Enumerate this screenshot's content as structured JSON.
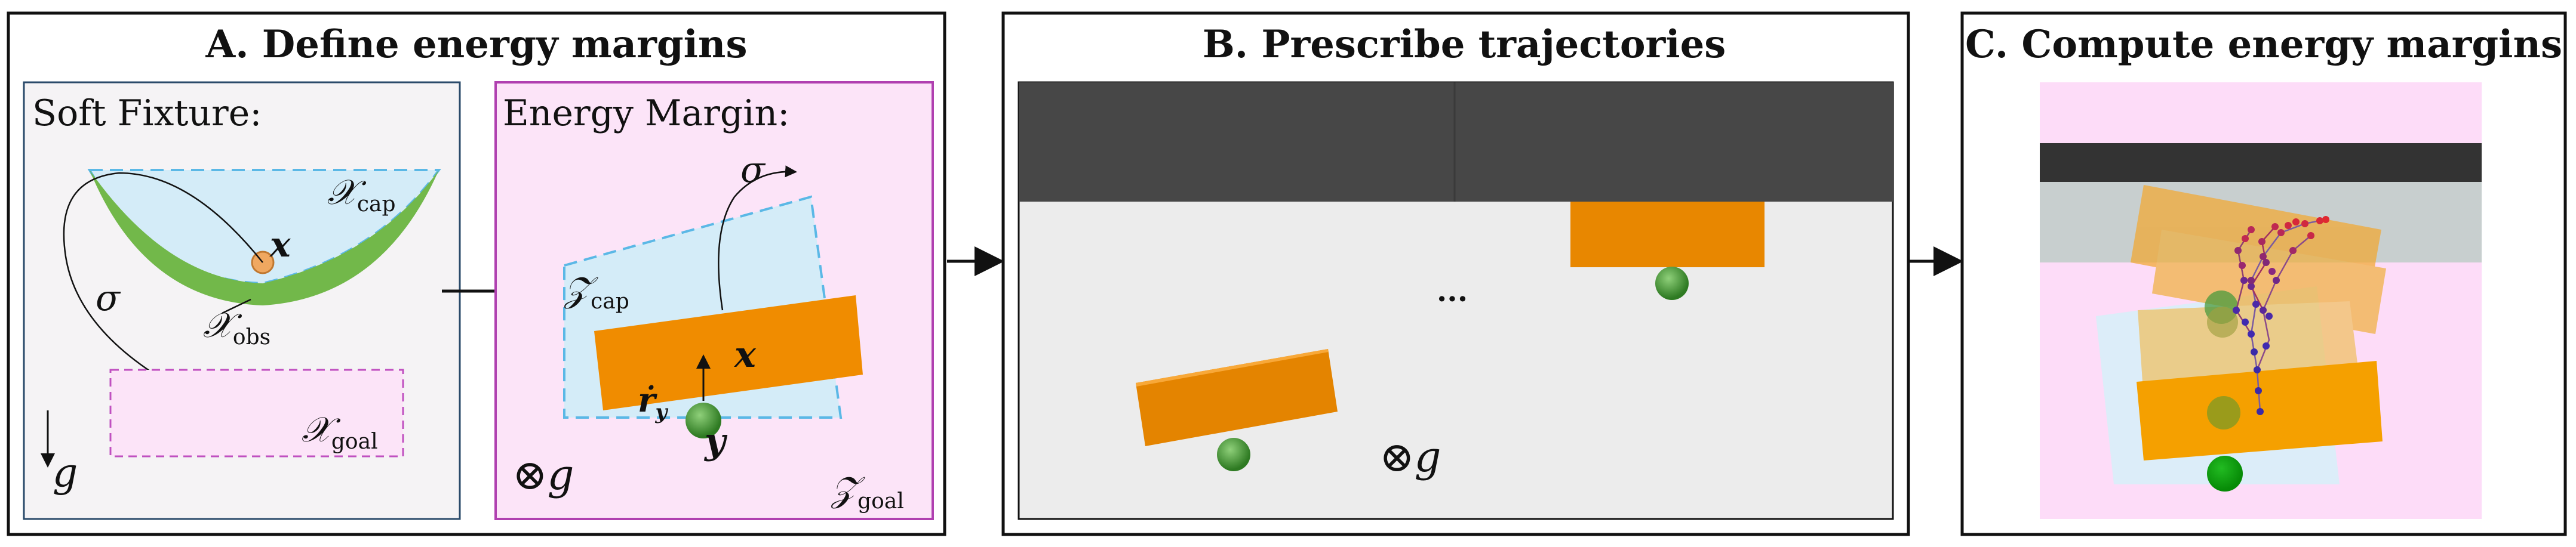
{
  "panels": {
    "a": {
      "title": "A. Define energy margins",
      "soft_fixture": {
        "heading": "Soft Fixture:",
        "x_cap": "𝒳",
        "x_cap_sub": "cap",
        "x_obs": "𝒳",
        "x_obs_sub": "obs",
        "x_goal": "𝒳",
        "x_goal_sub": "goal",
        "x_label": "x",
        "sigma": "σ",
        "g": "g"
      },
      "energy_margin": {
        "heading": "Energy Margin:",
        "z_cap": "𝒵",
        "z_cap_sub": "cap",
        "z_goal": "𝒵",
        "z_goal_sub": "goal",
        "x_label": "x",
        "y_label": "y",
        "r_dot": "ṙ",
        "r_sub": "y",
        "sigma": "σ",
        "gravity": "⊗g"
      }
    },
    "b": {
      "title": "B. Prescribe trajectories",
      "ellipsis": "...",
      "gravity": "⊗g"
    },
    "c": {
      "title": "C. Compute energy margins"
    }
  },
  "colors": {
    "pink_fill": "#fce4f8",
    "pink_border": "#b040b0",
    "cap_blue": "#d4ecf8",
    "obs_green": "#72b84a",
    "orange": "#f08c00",
    "ball_green": "#4aa03c",
    "dark_bar": "#474747",
    "light_floor": "#ececec"
  },
  "icons": {
    "arrow_a_to_b": "right-arrow-icon",
    "arrow_b_to_c": "right-arrow-icon",
    "gravity_arrow": "down-arrow-icon"
  }
}
